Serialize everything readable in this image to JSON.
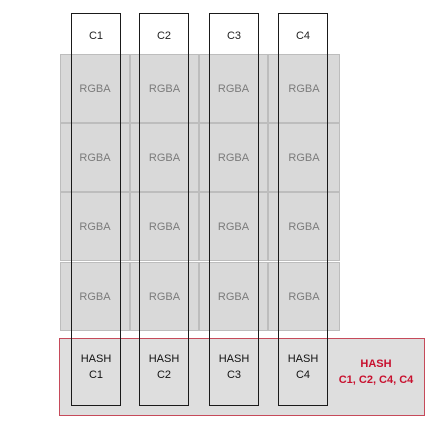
{
  "columns": [
    "C1",
    "C2",
    "C3",
    "C4"
  ],
  "cell_label": "RGBA",
  "hash_label": "HASH",
  "hash_summary": {
    "label": "HASH",
    "sequence": "C1, C2, C4, C4"
  },
  "colors": {
    "cell_fill": "#d9d9d9",
    "cell_text": "#7b7b7b",
    "frame": "#1a1a1a",
    "hash_border": "#c64a5a",
    "hash_summary_text": "#c8102e"
  }
}
